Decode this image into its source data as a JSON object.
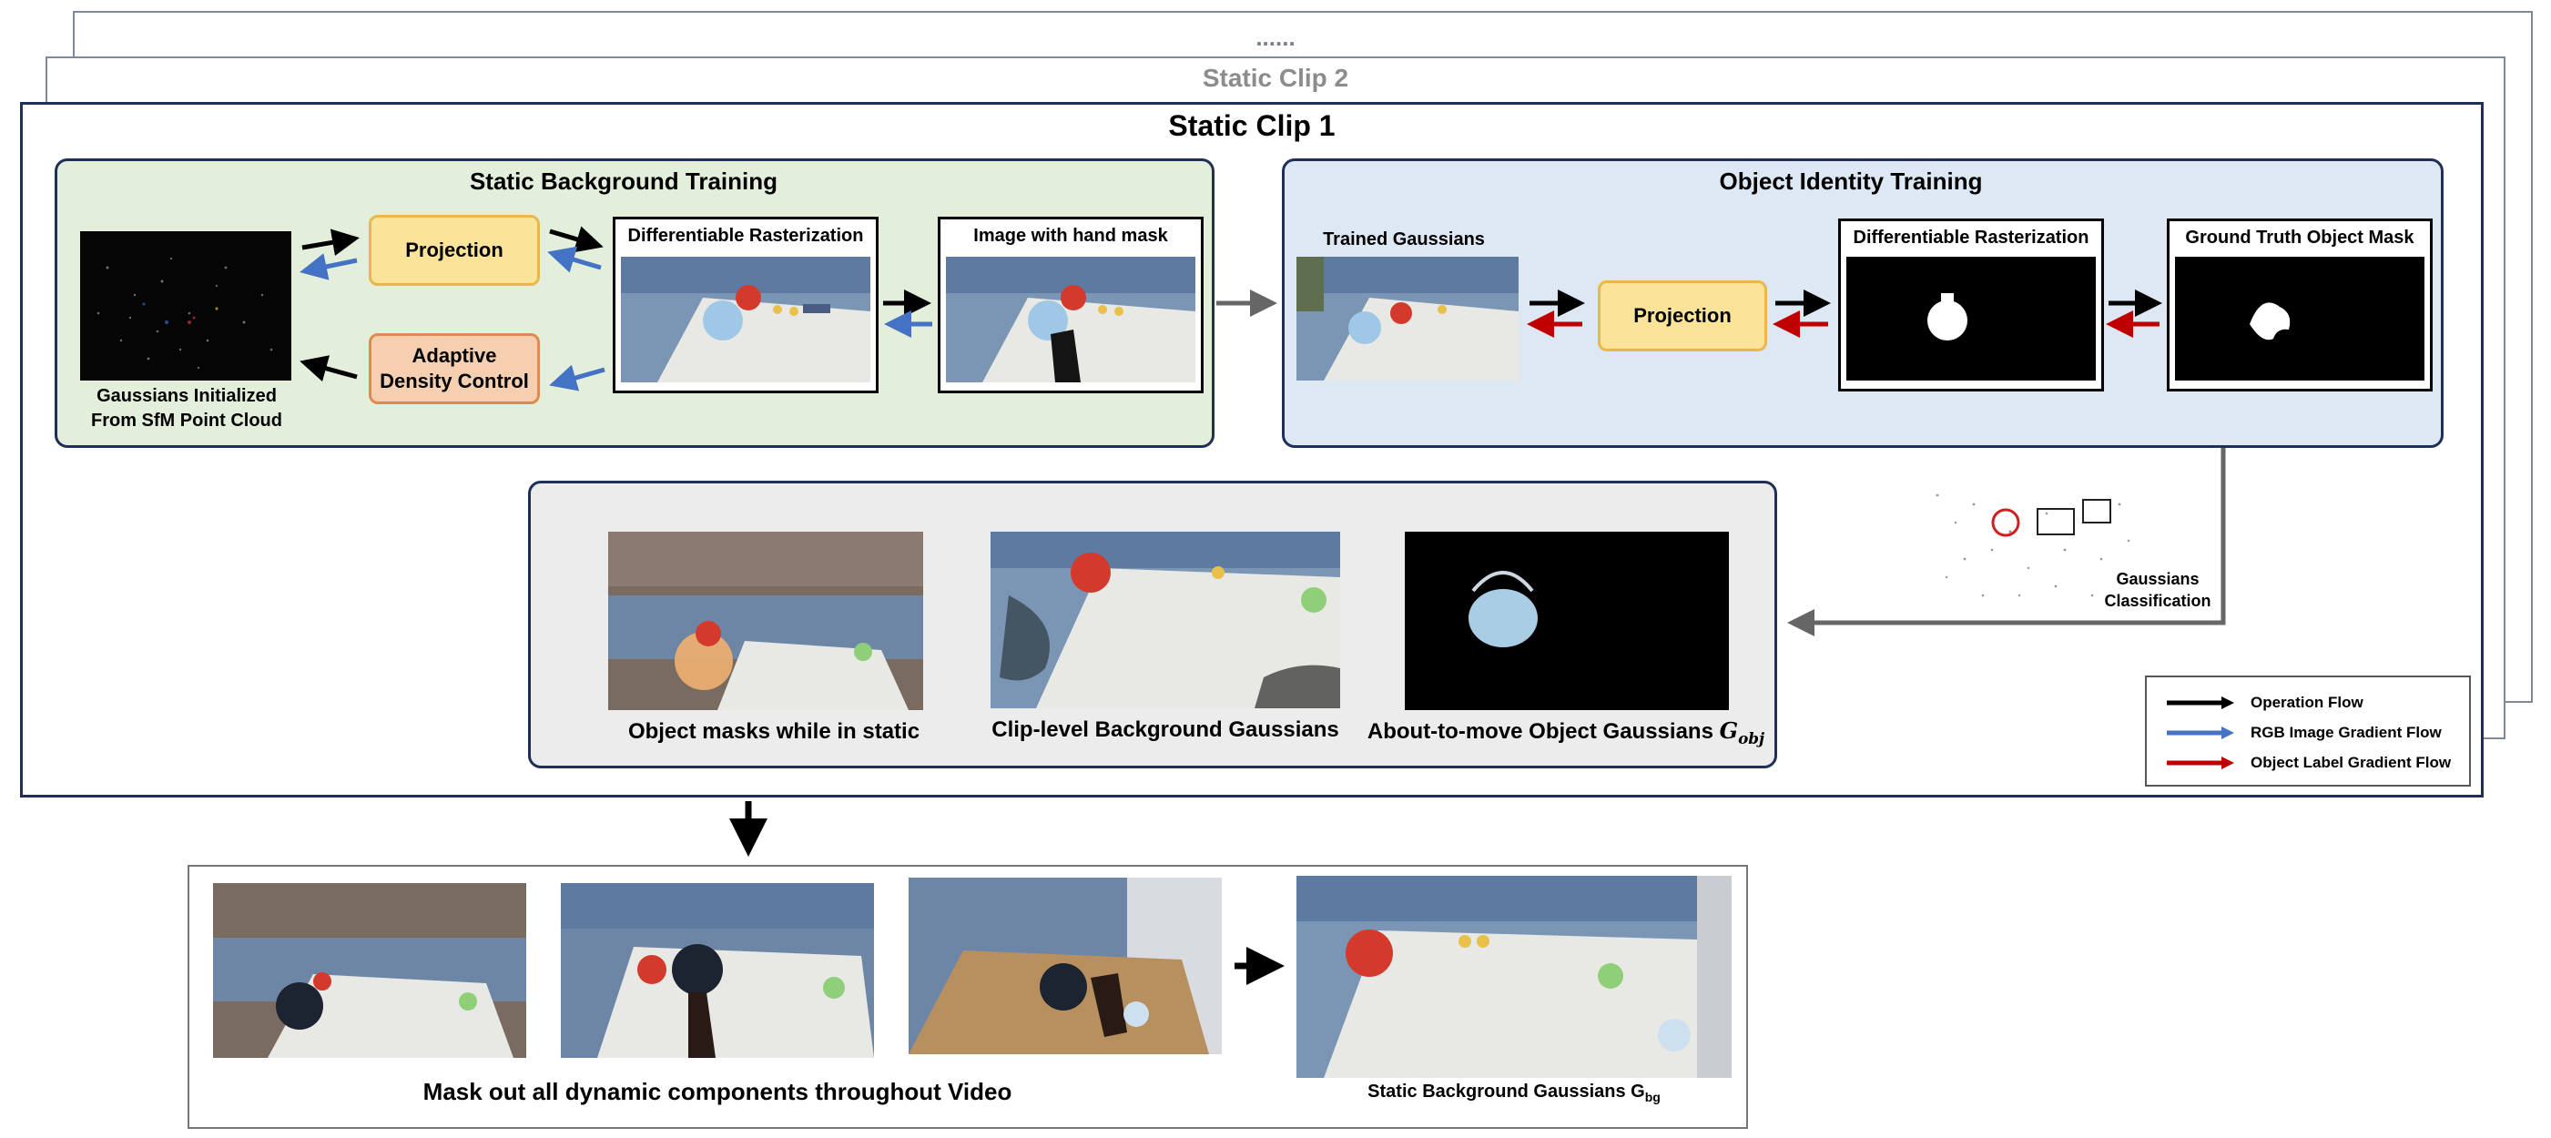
{
  "clips": {
    "dots": "......",
    "clip2_title": "Static Clip 2",
    "clip1_title": "Static Clip 1"
  },
  "static_background": {
    "title": "Static Background Training",
    "gaussians_init_line1": "Gaussians Initialized",
    "gaussians_init_line2": "From SfM Point Cloud",
    "projection": "Projection",
    "adc_line1": "Adaptive",
    "adc_line2": "Density Control",
    "diff_raster": "Differentiable Rasterization",
    "hand_mask": "Image with hand mask"
  },
  "object_identity": {
    "title": "Object Identity Training",
    "trained_gaussians": "Trained Gaussians",
    "projection": "Projection",
    "diff_raster": "Differentiable Rasterization",
    "gt_mask": "Ground Truth Object Mask"
  },
  "classification": {
    "line1": "Gaussians",
    "line2": "Classification"
  },
  "outputs": {
    "object_masks": "Object masks while in static",
    "clip_bg": "Clip-level Background Gaussians",
    "obj_gaussians": "About-to-move Object Gaussians",
    "obj_symbol": "G",
    "obj_sub": "obj"
  },
  "legend": {
    "operation": "Operation Flow",
    "rgb": "RGB Image Gradient Flow",
    "label": "Object Label Gradient Flow"
  },
  "bottom": {
    "mask_caption": "Mask out all dynamic components throughout Video",
    "static_bg": "Static Background Gaussians G",
    "static_bg_sub": "bg"
  },
  "colors": {
    "operation_arrow": "#000000",
    "rgb_arrow": "#4472c4",
    "label_arrow": "#c00000",
    "connector_arrow": "#666666"
  }
}
